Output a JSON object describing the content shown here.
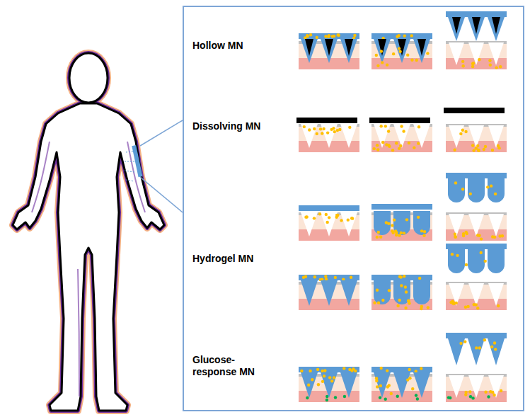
{
  "diagram": {
    "nodes": [
      {
        "text": [
          "Hollow MN",
          "Dissolving MN",
          "Hydrogel MN",
          "Glucose-response MN"
        ]
      }
    ]
  }
}
